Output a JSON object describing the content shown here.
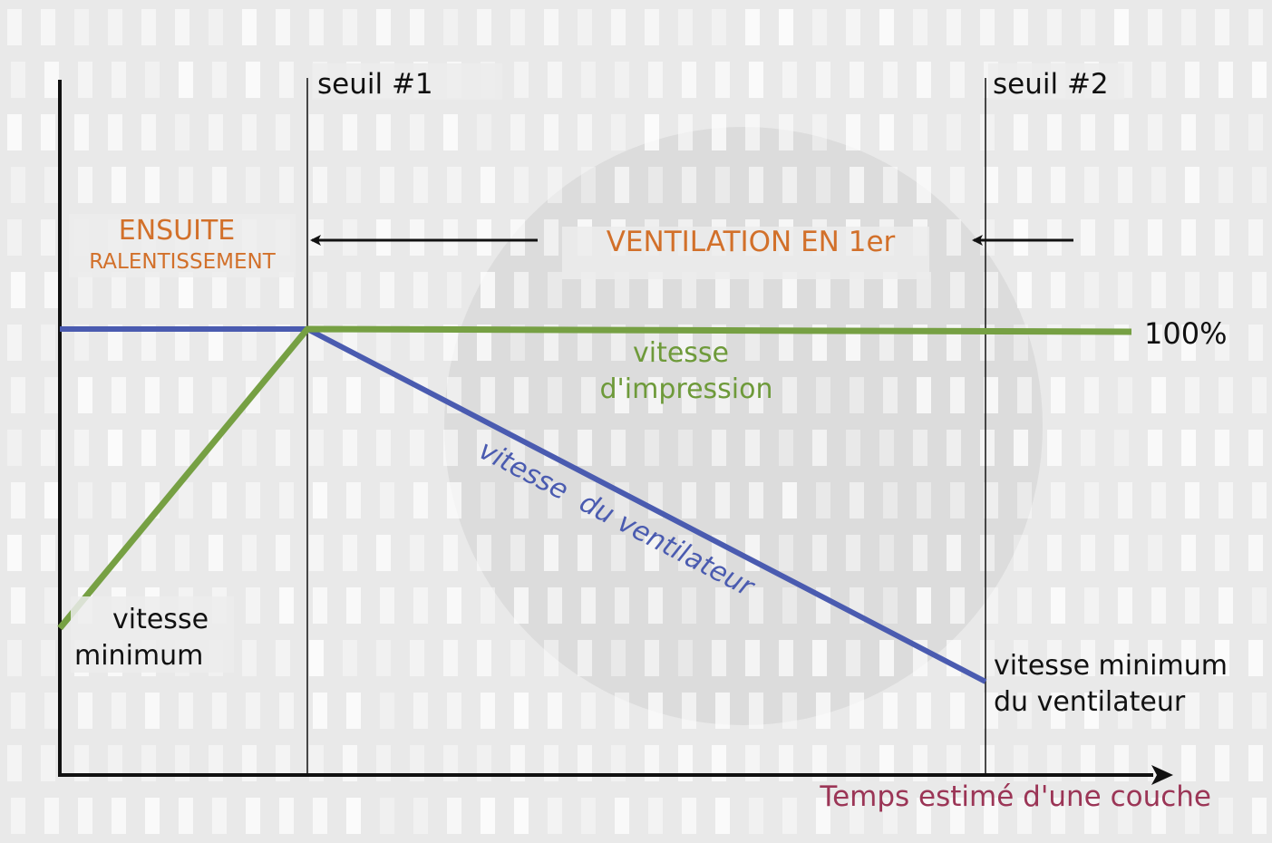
{
  "thresholds": {
    "seuil1": "seuil #1",
    "seuil2": "seuil #2"
  },
  "zones": {
    "left_line1": "ENSUITE",
    "left_line2": "RALENTISSEMENT",
    "right": "VENTILATION EN 1er"
  },
  "levels": {
    "max": "100%"
  },
  "curves": {
    "print_speed": {
      "label_line1": "vitesse",
      "label_line2": "d'impression",
      "color": "#76a043"
    },
    "fan_speed": {
      "label": "vitesse  du ventilateur",
      "color": "#4a5bb0"
    }
  },
  "annotations": {
    "min_speed_line1": "vitesse",
    "min_speed_line2": "minimum",
    "fan_min_line1": "vitesse minimum",
    "fan_min_line2": "du ventilateur"
  },
  "axes": {
    "x_label": "Temps estimé d'une couche"
  },
  "colors": {
    "axis": "#111111",
    "zone_text": "#d2702a",
    "x_label": "#9b3556"
  }
}
